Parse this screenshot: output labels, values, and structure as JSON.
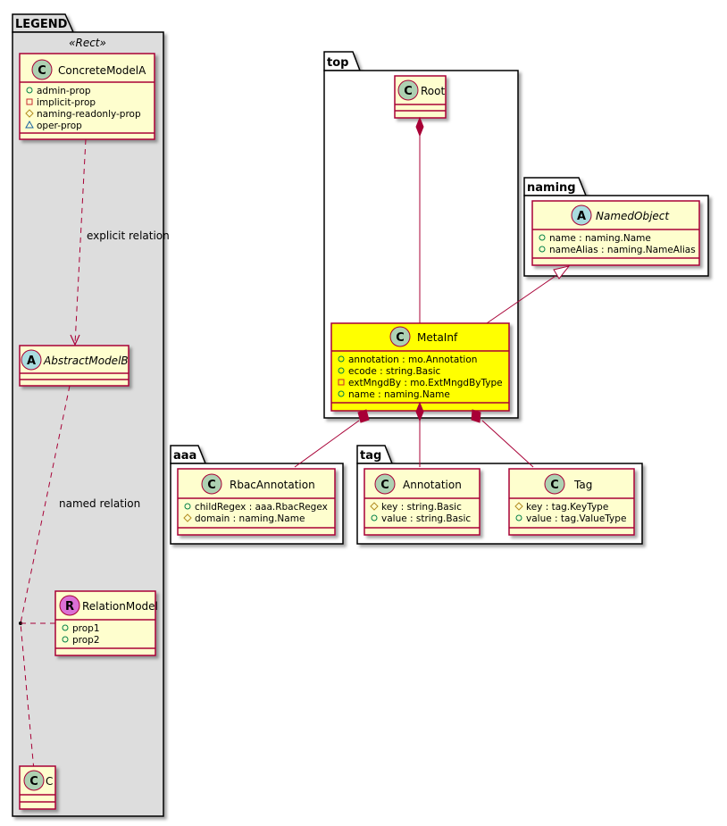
{
  "colors": {
    "class_fill": "#FEFECE",
    "class_border": "#A80036",
    "highlight_fill": "#FFFF00",
    "legend_fill": "#DDDDDD",
    "package_fill": "#FFFFFF",
    "edge": "#A80036",
    "class_badge": "#ADD1B2",
    "abstract_badge": "#A9DCDF",
    "relation_badge": "#DA70D6",
    "vis_public": "#038048",
    "vis_private": "#C82930",
    "vis_protected": "#B38D22",
    "vis_package": "#1963A0"
  },
  "packages": {
    "legend": {
      "label": "LEGEND",
      "stereotype": "«Rect»"
    },
    "top": {
      "label": "top"
    },
    "naming": {
      "label": "naming"
    },
    "aaa": {
      "label": "aaa"
    },
    "tag": {
      "label": "tag"
    }
  },
  "classes": {
    "concrete_model_a": {
      "name": "ConcreteModelA",
      "badge": "C",
      "attrs": [
        {
          "vis": "public",
          "text": "admin-prop"
        },
        {
          "vis": "private",
          "text": "implicit-prop"
        },
        {
          "vis": "protected",
          "text": "naming-readonly-prop"
        },
        {
          "vis": "package",
          "text": "oper-prop"
        }
      ]
    },
    "abstract_model_b": {
      "name": "AbstractModelB",
      "badge": "A",
      "attrs": []
    },
    "relation_model": {
      "name": "RelationModel",
      "badge": "R",
      "attrs": [
        {
          "vis": "public",
          "text": "prop1"
        },
        {
          "vis": "public",
          "text": "prop2"
        }
      ]
    },
    "c": {
      "name": "C",
      "badge": "C",
      "attrs": []
    },
    "root": {
      "name": "Root",
      "badge": "C",
      "attrs": []
    },
    "named_object": {
      "name": "NamedObject",
      "badge": "A",
      "attrs": [
        {
          "vis": "public",
          "text": "name : naming.Name"
        },
        {
          "vis": "public",
          "text": "nameAlias : naming.NameAlias"
        }
      ]
    },
    "meta_inf": {
      "name": "MetaInf",
      "badge": "C",
      "attrs": [
        {
          "vis": "public",
          "text": "annotation : mo.Annotation"
        },
        {
          "vis": "public",
          "text": "ecode : string.Basic"
        },
        {
          "vis": "private",
          "text": "extMngdBy : mo.ExtMngdByType"
        },
        {
          "vis": "public",
          "text": "name : naming.Name"
        }
      ]
    },
    "rbac_annotation": {
      "name": "RbacAnnotation",
      "badge": "C",
      "attrs": [
        {
          "vis": "public",
          "text": "childRegex : aaa.RbacRegex"
        },
        {
          "vis": "protected",
          "text": "domain : naming.Name"
        }
      ]
    },
    "annotation": {
      "name": "Annotation",
      "badge": "C",
      "attrs": [
        {
          "vis": "protected",
          "text": "key : string.Basic"
        },
        {
          "vis": "public",
          "text": "value : string.Basic"
        }
      ]
    },
    "tag": {
      "name": "Tag",
      "badge": "C",
      "attrs": [
        {
          "vis": "protected",
          "text": "key : tag.KeyType"
        },
        {
          "vis": "public",
          "text": "value : tag.ValueType"
        }
      ]
    }
  },
  "relations": {
    "explicit_label": "explicit relation",
    "named_label": "named relation"
  }
}
